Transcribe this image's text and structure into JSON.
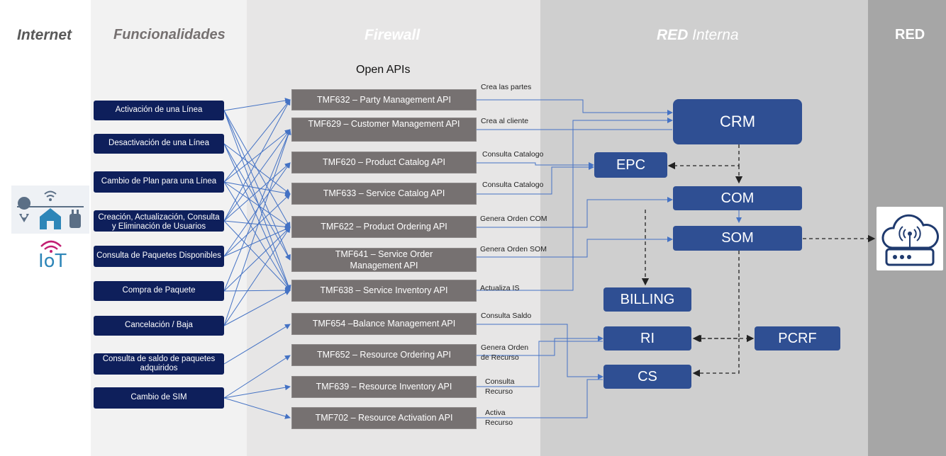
{
  "zones": {
    "internet": "Internet",
    "funcionalidades": "Funcionalidades",
    "firewall": "Firewall",
    "red_interna_bold": "RED",
    "red_interna_rest": " Interna",
    "red": "RED"
  },
  "open_apis_title": "Open APIs",
  "functionalities": [
    "Activación de una Línea",
    "Desactivación de una Línea",
    "Cambio de Plan para una Línea",
    "Creación, Actualización, Consulta y Eliminación de Usuarios",
    "Consulta de Paquetes Disponibles",
    "Compra de Paquete",
    "Cancelación / Baja",
    "Consulta de saldo de paquetes adquiridos",
    "Cambio de SIM"
  ],
  "apis": [
    {
      "id": "TMF632",
      "label": "TMF632 – Party Management API",
      "note": "Crea las partes"
    },
    {
      "id": "TMF629",
      "label": "TMF629 – Customer Management API",
      "note": "Crea al cliente"
    },
    {
      "id": "TMF620",
      "label": "TMF620 – Product Catalog API",
      "note": "Consulta Catalogo"
    },
    {
      "id": "TMF633",
      "label": "TMF633 – Service Catalog API",
      "note": "Consulta Catalogo"
    },
    {
      "id": "TMF622",
      "label": "TMF622 – Product Ordering API",
      "note": "Genera Orden COM"
    },
    {
      "id": "TMF641",
      "label": "TMF641 – Service Order Management API",
      "note": "Genera Orden SOM"
    },
    {
      "id": "TMF638",
      "label": "TMF638 – Service Inventory API",
      "note": "Actualiza IS"
    },
    {
      "id": "TMF654",
      "label": "TMF654 –Balance Management API",
      "note": "Consulta Saldo"
    },
    {
      "id": "TMF652",
      "label": "TMF652 – Resource Ordering API",
      "note": "Genera Orden de Recurso"
    },
    {
      "id": "TMF639",
      "label": "TMF639 – Resource Inventory API",
      "note": "Consulta Recurso"
    },
    {
      "id": "TMF702",
      "label": "TMF702 – Resource Activation API",
      "note": "Activa Recurso"
    }
  ],
  "systems": {
    "crm": "CRM",
    "epc": "EPC",
    "com": "COM",
    "som": "SOM",
    "billing": "BILLING",
    "ri": "RI",
    "pcrf": "PCRF",
    "cs": "CS"
  },
  "icons": {
    "internet": "wifi-pin-house-plug-icon",
    "iot": "iot-icon",
    "iot_text": "IoT",
    "network": "cloud-router-icon"
  },
  "colors": {
    "functionality_box": "#0e1f5b",
    "api_box": "#767171",
    "system_box": "#2f4f93",
    "connector": "#4472c4"
  }
}
